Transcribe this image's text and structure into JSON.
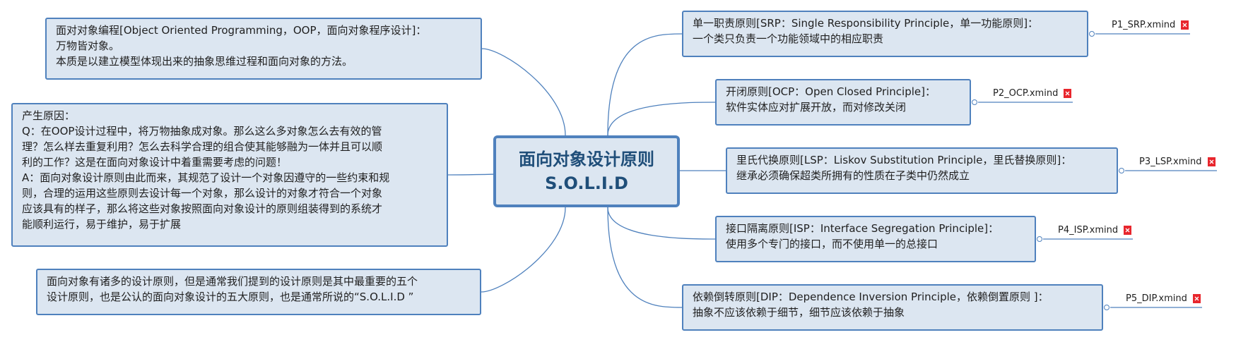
{
  "central": {
    "line1": "面向对象设计原则",
    "line2": "S.O.L.I.D"
  },
  "left_topics": [
    {
      "lines": [
        "面对对象编程[Object Oriented Programming，OOP，面向对象程序设计]：",
        "万物皆对象。",
        "本质是以建立模型体现出来的抽象思维过程和面向对象的方法。"
      ]
    },
    {
      "lines": [
        "产生原因：",
        "Q：在OOP设计过程中，将万物抽象成对象。那么这么多对象怎么去有效的管",
        "理？怎么样去重复利用？怎么去科学合理的组合使其能够融为一体并且可以顺",
        "利的工作？这是在面向对象设计中着重需要考虑的问题！",
        "A：面向对象设计原则由此而来，其规范了设计一个对象因遵守的一些约束和规",
        "则，合理的运用这些原则去设计每一个对象，那么设计的对象才符合一个对象",
        "应该具有的样子，那么将这些对象按照面向对象设计的原则组装得到的系统才",
        "能顺利运行，易于维护，易于扩展"
      ]
    },
    {
      "lines": [
        "面向对象有诸多的设计原则，但是通常我们提到的设计原则是其中最重要的五个",
        "设计原则，也是公认的面向对象设计的五大原则，也是通常所说的“S.O.L.I.D ”"
      ]
    }
  ],
  "right_topics": [
    {
      "lines": [
        "单一职责原则[SRP：Single Responsibility Principle，单一功能原则]：",
        "一个类只负责一个功能领域中的相应职责"
      ],
      "file": "P1_SRP.xmind"
    },
    {
      "lines": [
        "开闭原则[OCP：Open Closed Principle]：",
        "软件实体应对扩展开放，而对修改关闭"
      ],
      "file": "P2_OCP.xmind"
    },
    {
      "lines": [
        "里氏代换原则[LSP：Liskov Substitution Principle，里氏替换原则]：",
        "继承必须确保超类所拥有的性质在子类中仍然成立"
      ],
      "file": "P3_LSP.xmind"
    },
    {
      "lines": [
        "接口隔离原则[ISP：Interface Segregation Principle]：",
        "使用多个专门的接口，而不使用单一的总接口"
      ],
      "file": "P4_ISP.xmind"
    },
    {
      "lines": [
        "依赖倒转原则[DIP：Dependence  Inversion Principle，依赖倒置原则 ]：",
        "抽象不应该依赖于细节，细节应该依赖于抽象"
      ],
      "file": "P5_DIP.xmind"
    }
  ],
  "colors": {
    "node_fill": "#dce6f1",
    "node_border": "#4f81bd",
    "central_text": "#1f4e79",
    "connector": "#4f81bd",
    "file_icon": "#e8262d"
  }
}
